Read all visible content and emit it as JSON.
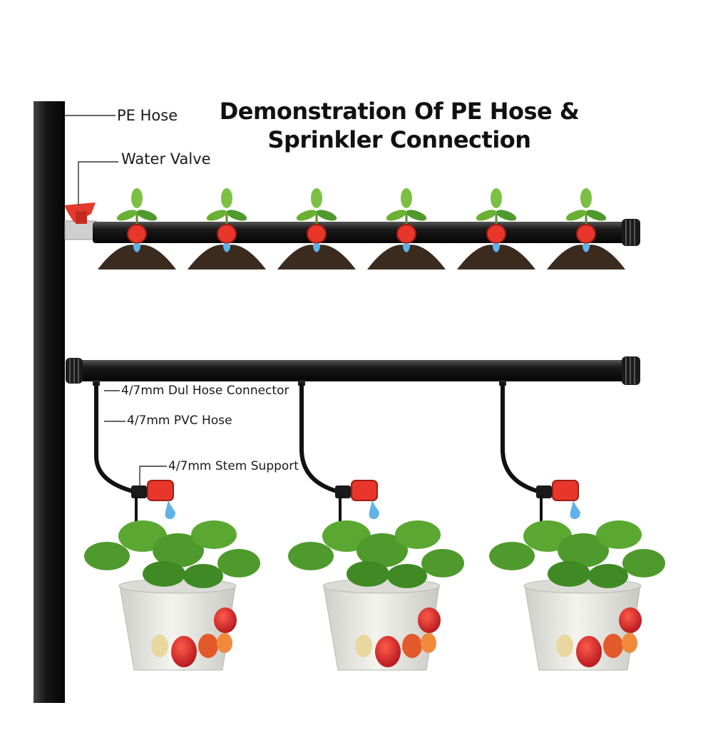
{
  "title": {
    "line1": "Demonstration Of PE Hose &",
    "line2": "Sprinkler Connection"
  },
  "labels": {
    "pe_hose": "PE Hose",
    "water_valve": "Water Valve",
    "dul_hose_connector": "4/7mm Dul Hose Connector",
    "pvc_hose": "4/7mm PVC Hose",
    "stem_support": "4/7mm Stem Support"
  },
  "colors": {
    "hose": "#111111",
    "valve": "#e23b2e",
    "drip_head": "#e8362a",
    "water": "#5fb3e8",
    "soil": "#3a2b1e",
    "leaf": "#4f9a2c",
    "pot": "#e9e9e4",
    "strawberry": "#d8262b"
  },
  "scene": {
    "row1_seedlings": 6,
    "row2_hanging_pots": 3
  }
}
